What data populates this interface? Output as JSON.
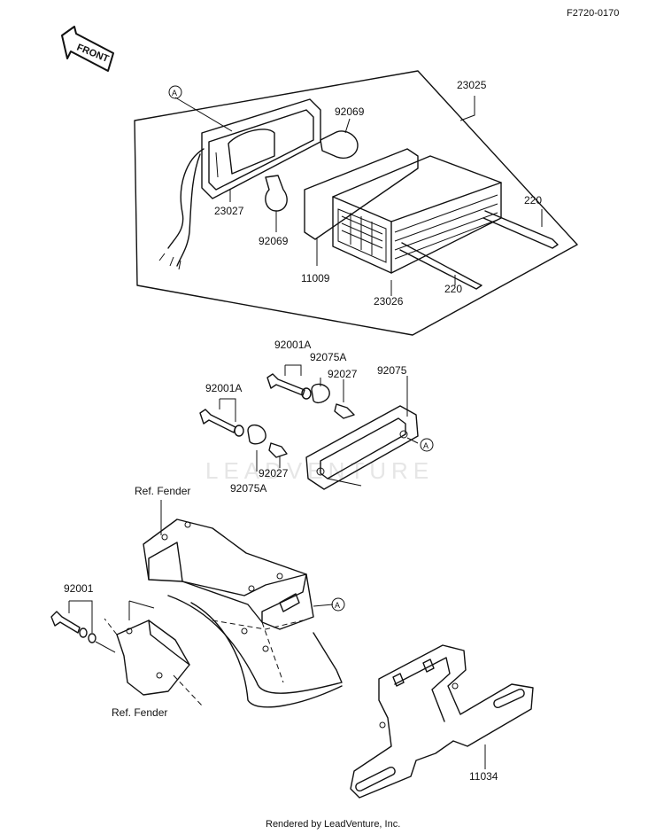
{
  "drawing_code": "F2720-0170",
  "front_arrow": "FRONT",
  "watermark": "LEADVENTURE",
  "footer": "Rendered by LeadVenture, Inc.",
  "callout_ref": "A",
  "parts": {
    "p23025": "23025",
    "p92069_top": "92069",
    "p23027": "23027",
    "p92069_bottom": "92069",
    "p220_right": "220",
    "p220_bottom": "220",
    "p11009": "11009",
    "p23026": "23026",
    "p92001A_top": "92001A",
    "p92075A_top": "92075A",
    "p92027_top": "92027",
    "p92075": "92075",
    "p92001A_left": "92001A",
    "p92027_bottom": "92027",
    "p92075A_bottom": "92075A",
    "p92001": "92001",
    "p11034": "11034"
  },
  "refs": {
    "fender_top": "Ref. Fender",
    "fender_bottom": "Ref. Fender"
  }
}
